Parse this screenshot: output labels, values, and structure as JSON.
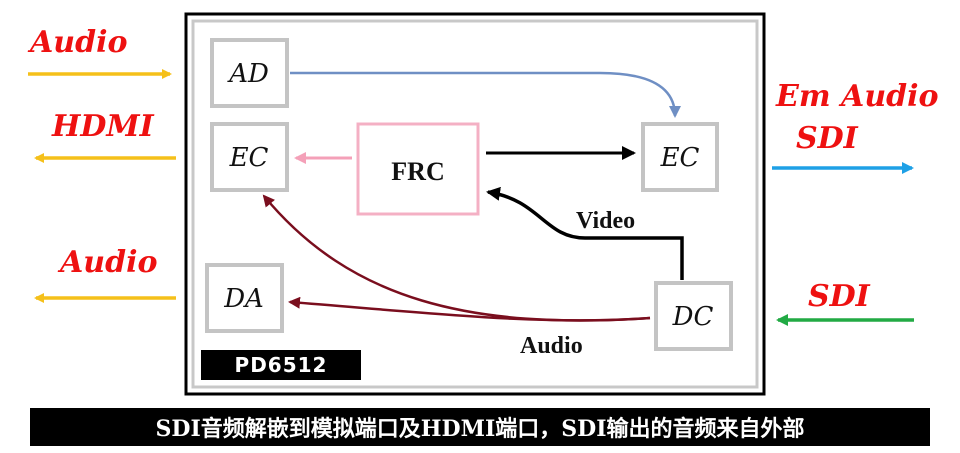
{
  "left_side": {
    "audio_in": "Audio",
    "hdmi_out": "HDMI",
    "audio_out": "Audio"
  },
  "right_side": {
    "em_audio": "Em Audio",
    "sdi_out": "SDI",
    "sdi_in": "SDI"
  },
  "blocks": {
    "ad": "AD",
    "ec_left": "EC",
    "frc": "FRC",
    "ec_right": "EC",
    "da": "DA",
    "dc": "DC"
  },
  "signals": {
    "video": "Video",
    "audio": "Audio"
  },
  "chip": "PD6512",
  "caption": "SDI音频解嵌到模拟端口及HDMI端口，SDI输出的音频来自外部",
  "colors": {
    "audio_arrow": "#f5c01a",
    "sdi_out_arrow": "#1ea0e6",
    "sdi_in_arrow": "#22aa44",
    "ad_to_ec": "#6f8fc4",
    "frc_to_ec": "#f4a0b8",
    "audio_path": "#7a0e1e",
    "label_red": "#e11111"
  }
}
